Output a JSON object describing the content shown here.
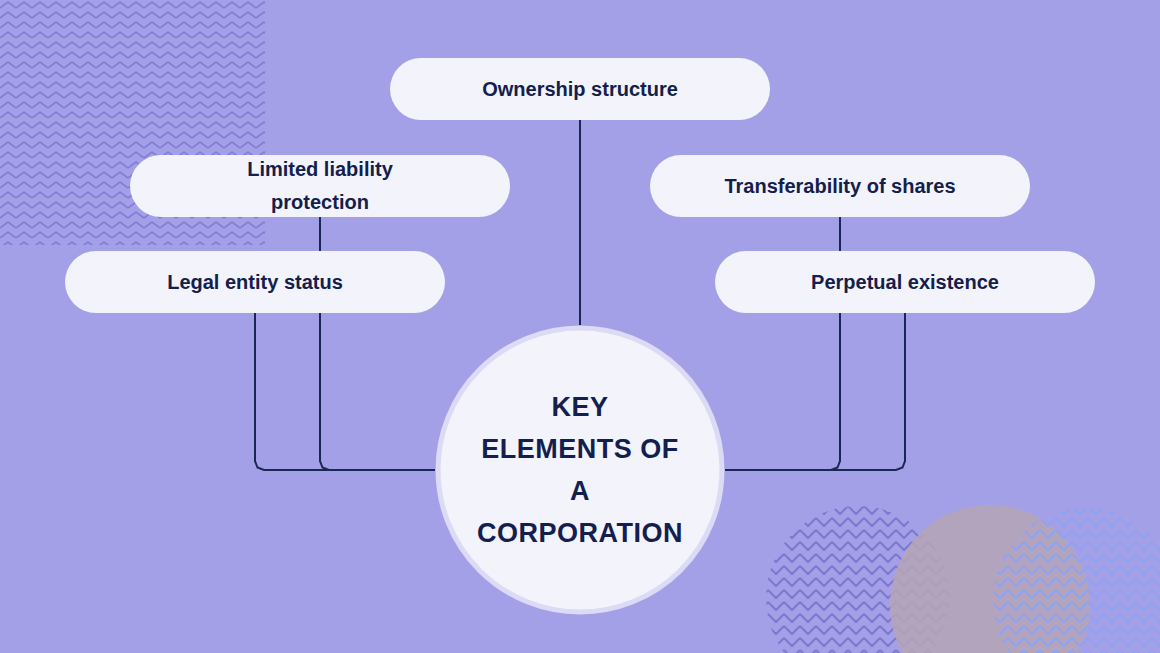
{
  "diagram": {
    "nodes": [
      {
        "text": [
          "Ownership structure"
        ]
      },
      {
        "text": [
          "Limited liability protection"
        ]
      },
      {
        "text": [
          "Transferability of shares"
        ]
      },
      {
        "text": [
          "Legal entity status"
        ]
      },
      {
        "text": [
          "Perpetual existence"
        ]
      },
      {
        "text": [
          "KEY ELEMENTS OF A CORPORATION"
        ]
      }
    ],
    "edges": [
      {
        "from": 0,
        "to": 5,
        "arrow": "none"
      },
      {
        "from": 1,
        "to": 5,
        "arrow": "none"
      },
      {
        "from": 2,
        "to": 5,
        "arrow": "none"
      },
      {
        "from": 3,
        "to": 5,
        "arrow": "none"
      },
      {
        "from": 4,
        "to": 5,
        "arrow": "none"
      }
    ]
  }
}
